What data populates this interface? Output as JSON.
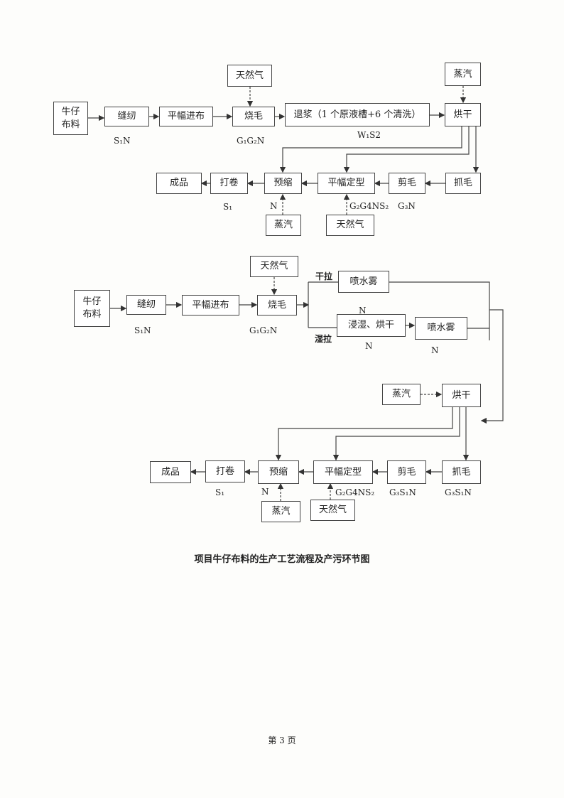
{
  "diagram1": {
    "boxes": {
      "raw": "牛仔\n布料",
      "sew": "缝纫",
      "feed": "平幅进布",
      "singe": "烧毛",
      "desize": "退浆（1 个原液槽+6 个清洗）",
      "dry": "烘干",
      "gas_top": "天然气",
      "steam_top": "蒸汽",
      "product": "成品",
      "roll": "打卷",
      "preshrink": "预缩",
      "setting": "平幅定型",
      "shear": "剪毛",
      "raise": "抓毛",
      "steam_bottom": "蒸汽",
      "gas_bottom": "天然气"
    },
    "labels": {
      "sew": "S₁N",
      "singe": "G₁G₂N",
      "desize": "W₁S2",
      "roll": "S₁",
      "preshrink": "N",
      "setting": "G₂G4NS₂",
      "shear": "G₃N"
    }
  },
  "diagram2": {
    "boxes": {
      "raw": "牛仔\n布料",
      "sew": "缝纫",
      "feed": "平幅进布",
      "singe": "烧毛",
      "gas_top": "天然气",
      "spray1": "喷水雾",
      "soak": "浸湿、烘干",
      "spray2": "喷水雾",
      "steam_mid": "蒸汽",
      "dry": "烘干",
      "product": "成品",
      "roll": "打卷",
      "preshrink": "预缩",
      "setting": "平幅定型",
      "shear": "剪毛",
      "raise": "抓毛",
      "steam_bottom": "蒸汽",
      "gas_bottom": "天然气"
    },
    "labels": {
      "dry_pull": "干拉",
      "wet_pull": "湿拉",
      "sew": "S₁N",
      "singe": "G₁G₂N",
      "spray1": "N",
      "soak": "N",
      "spray2": "N",
      "roll": "S₁",
      "preshrink": "N",
      "setting": "G₂G4NS₂",
      "shear": "G₃S₁N",
      "raise": "G₃S₁N"
    }
  },
  "caption": "项目牛仔布料的生产工艺流程及产污环节图",
  "page_number": "第 3 页"
}
